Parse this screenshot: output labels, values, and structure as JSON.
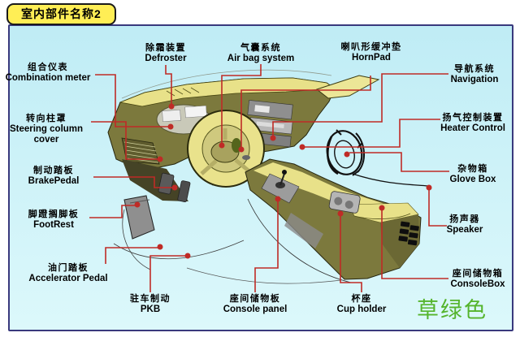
{
  "title": "室内部件名称2",
  "note": {
    "text": "草绿色",
    "color": "#55b42c"
  },
  "colors": {
    "leader_line": "#bf2b26",
    "panel_background": "#cdf2f8",
    "panel_border": "#39397d",
    "title_background": "#ffee55",
    "dashboard_olive": "#7c793d",
    "dashboard_khaki": "#e8e189"
  },
  "labels": [
    {
      "id": "combination-meter",
      "zh": "组合仪表",
      "en": "Combination meter"
    },
    {
      "id": "steering-column-cover",
      "zh": "转向柱罩",
      "en": "Steering column cover"
    },
    {
      "id": "brake-pedal",
      "zh": "制动踏板",
      "en": "BrakePedal"
    },
    {
      "id": "foot-rest",
      "zh": "脚蹬搁脚板",
      "en": "FootRest"
    },
    {
      "id": "accelerator-pedal",
      "zh": "油门踏板",
      "en": "Accelerator Pedal"
    },
    {
      "id": "defroster",
      "zh": "除霜装置",
      "en": "Defroster"
    },
    {
      "id": "air-bag-system",
      "zh": "气囊系统",
      "en": "Air bag system"
    },
    {
      "id": "horn-pad",
      "zh": "喇叭形缓冲垫",
      "en": "HornPad"
    },
    {
      "id": "navigation",
      "zh": "导航系统",
      "en": "Navigation"
    },
    {
      "id": "heater-control",
      "zh": "扬气控制装置",
      "en": "Heater Control"
    },
    {
      "id": "glove-box",
      "zh": "杂物箱",
      "en": "Glove Box"
    },
    {
      "id": "speaker",
      "zh": "扬声器",
      "en": "Speaker"
    },
    {
      "id": "console-box",
      "zh": "座间储物箱",
      "en": "ConsoleBox"
    },
    {
      "id": "pkb",
      "zh": "驻车制动",
      "en": "PKB"
    },
    {
      "id": "console-panel",
      "zh": "座间储物板",
      "en": "Console panel"
    },
    {
      "id": "cup-holder",
      "zh": "杯座",
      "en": "Cup holder"
    }
  ]
}
